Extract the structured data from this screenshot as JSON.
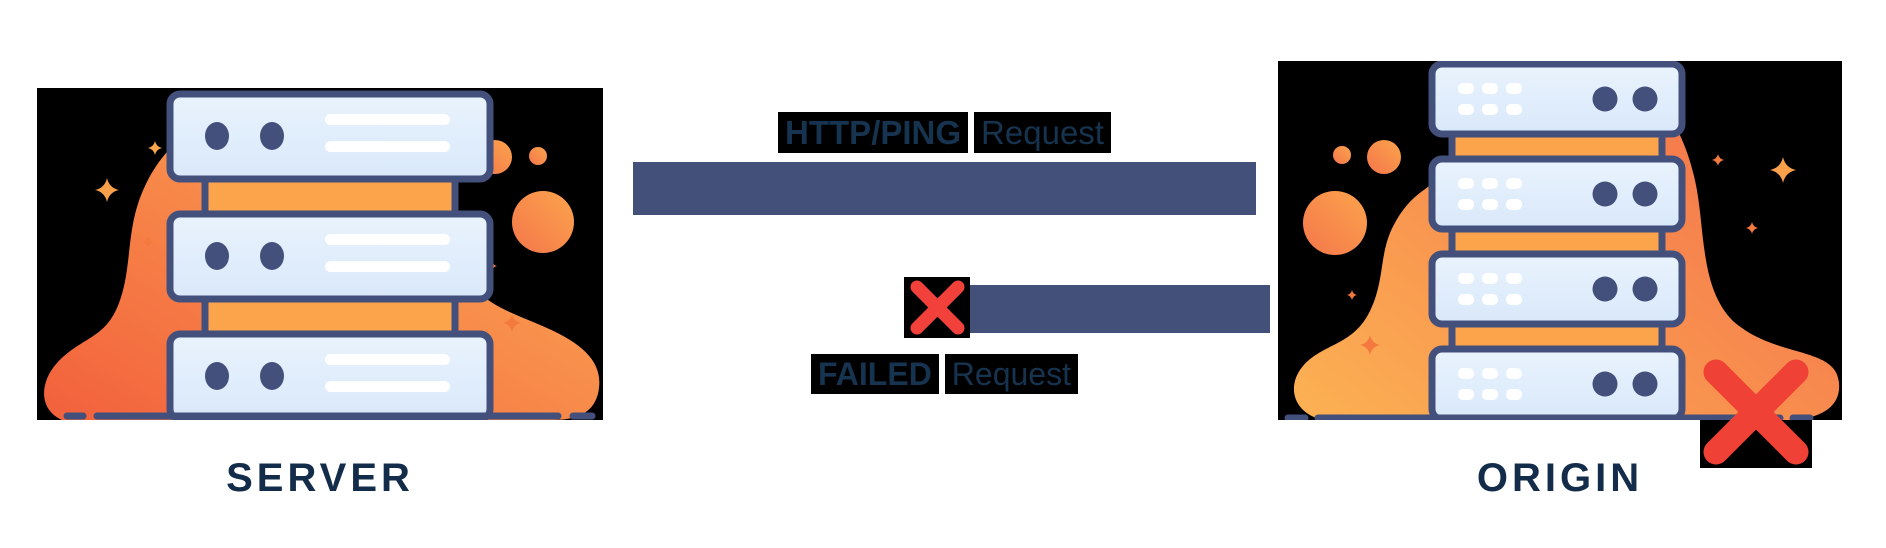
{
  "diagram": {
    "title_hint": "server-origin failed request diagram",
    "left_node": {
      "label": "SERVER",
      "icon": "server-rack-3-units-illustration"
    },
    "right_node": {
      "label": "ORIGIN",
      "icon": "server-rack-4-units-illustration"
    },
    "flows": [
      {
        "bold": "HTTP/PING",
        "regular": "Request",
        "from": "SERVER",
        "to": "ORIGIN",
        "status": "sent"
      },
      {
        "bold": "FAILED",
        "regular": "Request",
        "from": "ORIGIN",
        "to": "SERVER",
        "status": "failed",
        "icon": "x-mark-icon"
      }
    ],
    "colors": {
      "page_background": "#ffffff",
      "image_background_box": "#000000",
      "arrow_bar": "#43507a",
      "flow_text": "#16334f",
      "node_label": "#132c49",
      "x_mark_red": "#ef4136",
      "outline_navy": "#44507c",
      "server_panel_blue": "#e3effc",
      "connector_orange": "#fba44c",
      "blob_left_gradient": [
        "#f2633f",
        "#fdb458"
      ],
      "blob_right_gradient": [
        "#fcae4f",
        "#f4714b"
      ]
    }
  }
}
